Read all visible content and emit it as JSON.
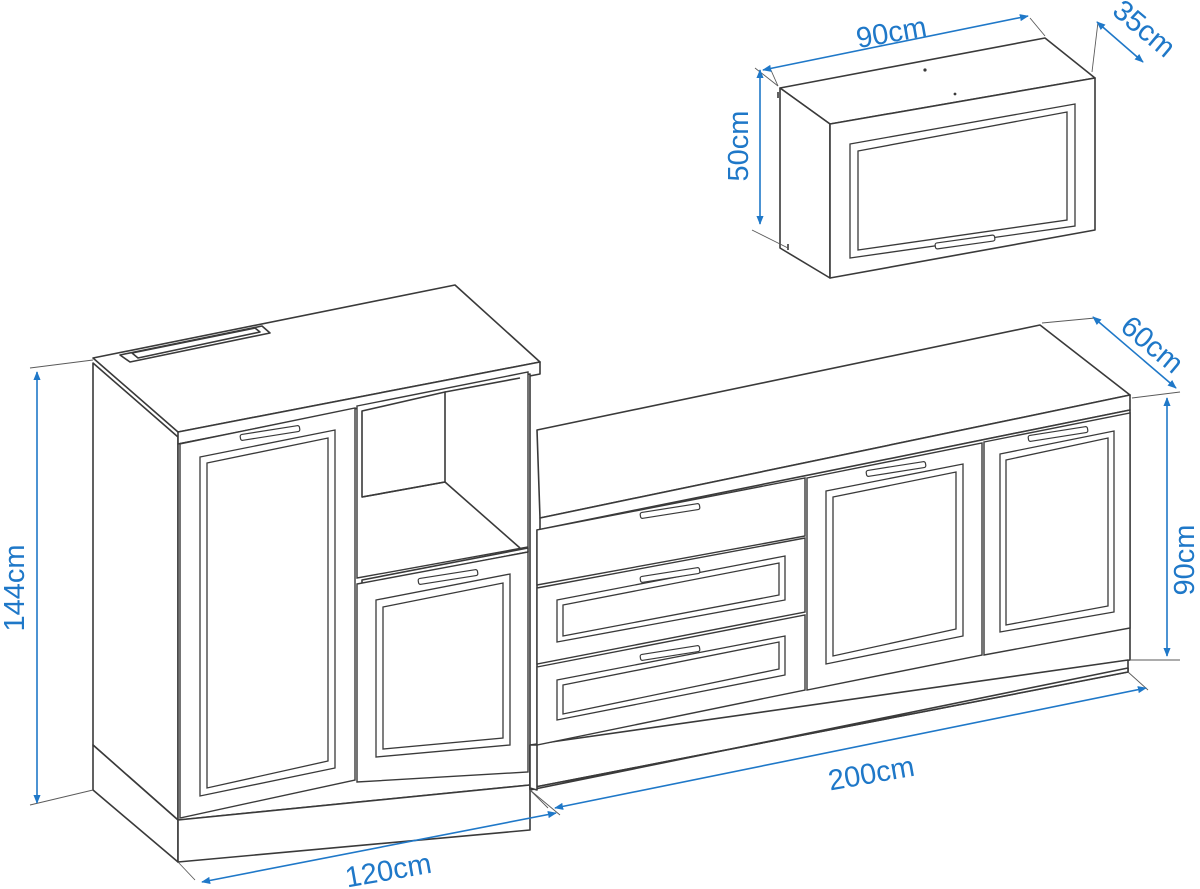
{
  "accent_color": "#1f78c8",
  "dimensions": {
    "wall_width": "90cm",
    "wall_depth": "35cm",
    "wall_height": "50cm",
    "tall_height": "144cm",
    "tall_width": "120cm",
    "base_width": "200cm",
    "base_depth": "60cm",
    "base_height": "90cm"
  }
}
